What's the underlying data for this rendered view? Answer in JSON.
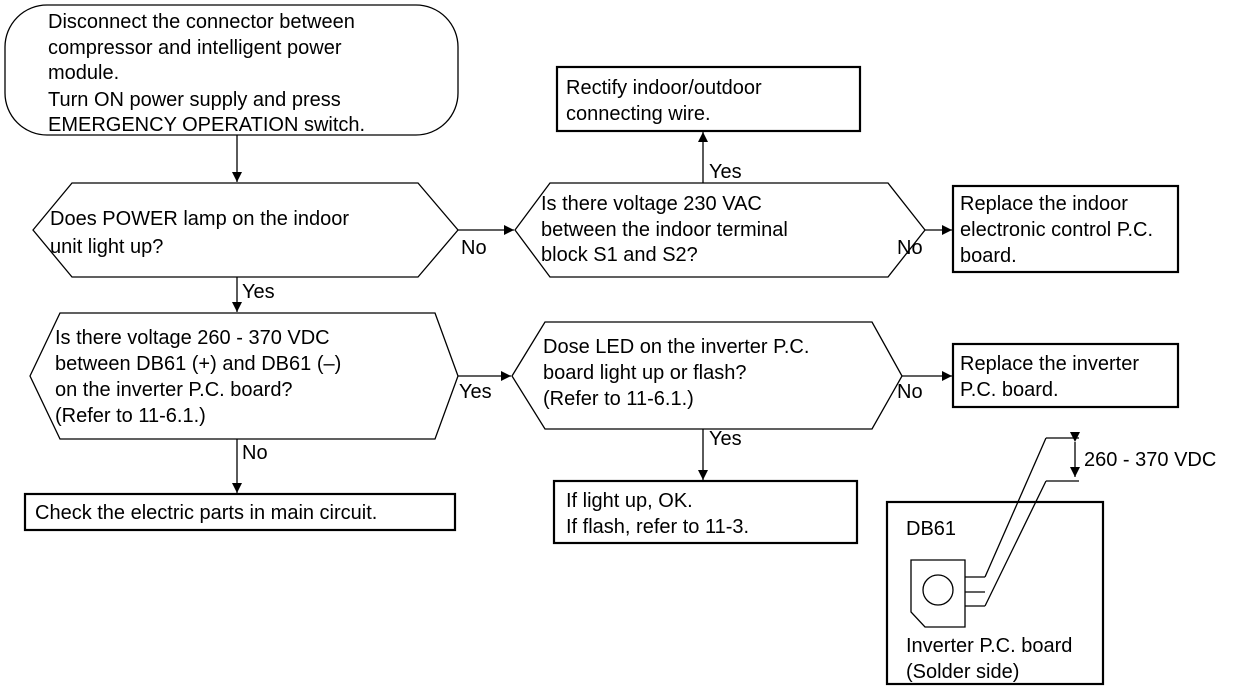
{
  "start": {
    "lines": [
      "Disconnect the connector between",
      "compressor and intelligent power",
      "module.",
      "Turn ON power supply and press",
      "EMERGENCY OPERATION switch."
    ]
  },
  "decisions": {
    "power_lamp": [
      "Does POWER lamp on the indoor",
      "unit light up?"
    ],
    "voltage_230": [
      "Is there voltage 230 VAC",
      "between the indoor terminal",
      "block S1 and S2?"
    ],
    "voltage_260": [
      "Is there voltage 260 - 370 VDC",
      "between DB61 (+) and DB61 (–)",
      "on the inverter P.C. board?",
      "(Refer to 11-6.1.)"
    ],
    "led": [
      "Dose LED on the inverter P.C.",
      "board light up or flash?",
      "(Refer to 11-6.1.)"
    ]
  },
  "actions": {
    "rectify_wire": [
      "Rectify indoor/outdoor",
      "connecting wire."
    ],
    "replace_indoor_pcb": [
      "Replace the indoor",
      "electronic control P.C.",
      "board."
    ],
    "replace_inverter_pcb": [
      "Replace the inverter",
      "P.C. board."
    ],
    "check_main_circuit": [
      "Check the electric parts in main circuit."
    ],
    "led_result": [
      "If light up, OK.",
      "If flash, refer to 11-3."
    ]
  },
  "edge_labels": {
    "yes": "Yes",
    "no": "No"
  },
  "inset": {
    "component": "DB61",
    "voltage": "260 - 370 VDC",
    "caption": [
      "Inverter P.C. board",
      "(Solder side)"
    ]
  }
}
